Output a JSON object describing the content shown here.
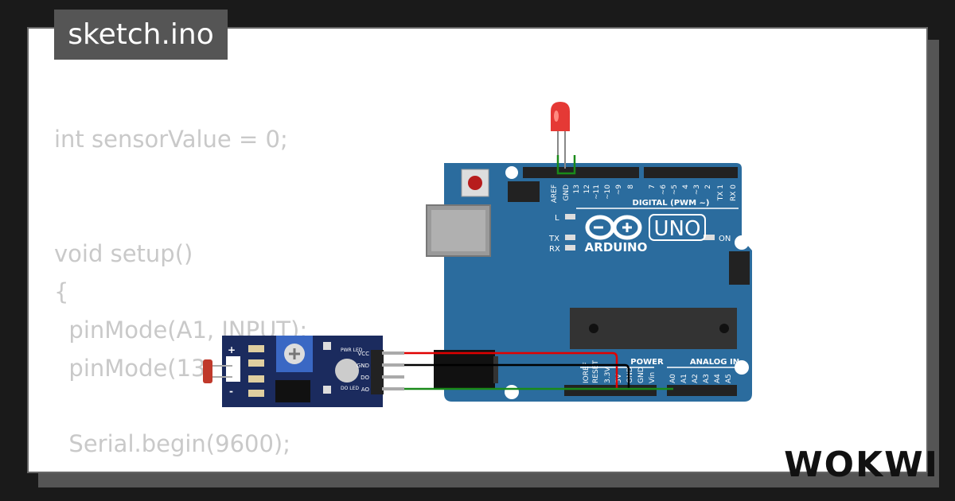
{
  "header": {
    "title": "sketch.ino"
  },
  "code_lines": [
    "int sensorValue = 0;",
    "void setup()",
    "{",
    "  pinMode(A1, INPUT);",
    "  pinMode(13, OUTPUT);",
    "  Serial.begin(9600);"
  ],
  "arduino": {
    "model": "UNO",
    "brand": "ARDUINO",
    "digital_label": "DIGITAL (PWM ~)",
    "power_label": "POWER",
    "analog_label": "ANALOG IN",
    "on_label": "ON",
    "led_l_label": "L",
    "tx_label": "TX",
    "rx_label": "RX",
    "top_pins": [
      "AREF",
      "GND",
      "13",
      "12",
      "~11",
      "~10",
      "~9",
      "8",
      "7",
      "~6",
      "~5",
      "4",
      "~3",
      "2",
      "TX 1",
      "RX 0"
    ],
    "power_pins": [
      "IOREF",
      "RESET",
      "3.3V",
      "5V",
      "GND",
      "GND",
      "Vin"
    ],
    "analog_pins": [
      "A0",
      "A1",
      "A2",
      "A3",
      "A4",
      "A5"
    ]
  },
  "sensor": {
    "pins": [
      "VCC",
      "GND",
      "DO",
      "AO"
    ],
    "pwr_led_label": "PWR LED",
    "do_led_label": "DO LED",
    "plus_label": "+",
    "minus_label": "-"
  },
  "brand": {
    "logo_text": "WOKWI"
  },
  "colors": {
    "board": "#2B6C9E",
    "wire_red": "#e00000",
    "wire_green": "#1a8a1a",
    "wire_black": "#000000",
    "led": "#e53935"
  }
}
